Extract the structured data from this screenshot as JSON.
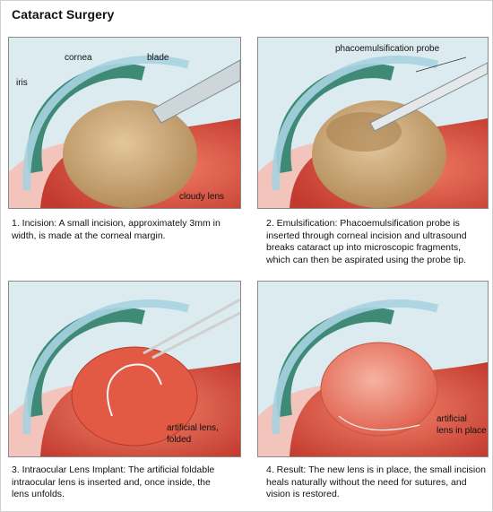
{
  "title": "Cataract Surgery",
  "panels": [
    {
      "labels": {
        "cornea": "cornea",
        "blade": "blade",
        "iris": "iris",
        "cloudy_lens": "cloudy lens"
      },
      "caption_lines": [
        "1. Incision: A small incision, approximately 3mm in",
        "width, is made at the corneal margin."
      ]
    },
    {
      "labels": {
        "probe": "phacoemulsification probe"
      },
      "caption_lines": [
        "2. Emulsification: Phacoemulsification probe is",
        "inserted through corneal incision and ultrasound",
        "breaks cataract up into microscopic fragments,",
        "which can then be aspirated using the probe tip."
      ]
    },
    {
      "labels": {
        "lens_line1": "artificial lens,",
        "lens_line2": "folded"
      },
      "caption_lines": [
        "3. Intraocular Lens Implant: The artificial foldable",
        "intraocular lens is inserted and, once inside, the",
        "lens unfolds."
      ]
    },
    {
      "labels": {
        "lens_line1": "artificial",
        "lens_line2": "lens in place"
      },
      "caption_lines": [
        "4. Result: The new lens is in place, the small incision",
        "heals naturally without the need for sutures, and",
        "vision is restored."
      ]
    }
  ],
  "colors": {
    "sclera_red": "#d9453a",
    "cloudy_lens": "#cfae7e",
    "iris_green": "#4f9a86",
    "cornea_blue": "#b9dbe6"
  }
}
